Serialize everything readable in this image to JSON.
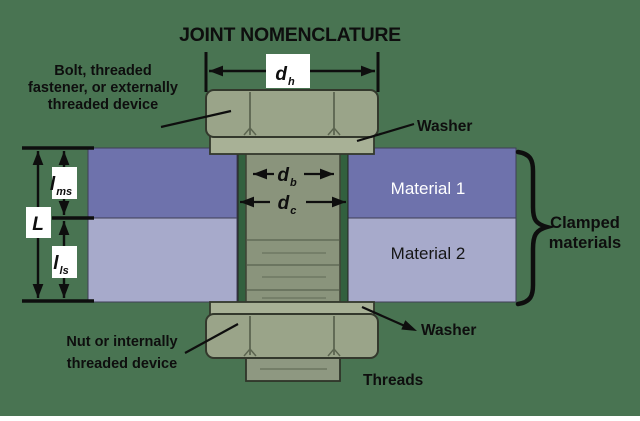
{
  "title": "JOINT NOMENCLATURE",
  "labels": {
    "bolt_fastener": {
      "line1": "Bolt, threaded",
      "line2": "fastener, or externally",
      "line3": "threaded device"
    },
    "washer_top": "Washer",
    "washer_bottom": "Washer",
    "material_1": "Material 1",
    "material_2": "Material 2",
    "clamped": {
      "line1": "Clamped",
      "line2": "materials"
    },
    "nut": {
      "line1": "Nut or internally",
      "line2": "threaded device"
    },
    "threads": "Threads"
  },
  "dimensions": {
    "head_diameter": {
      "symbol": "d",
      "subscript": "h"
    },
    "bolt_diameter": {
      "symbol": "d",
      "subscript": "b"
    },
    "clearance_diameter": {
      "symbol": "d",
      "subscript": "c"
    },
    "grip_length": {
      "symbol": "L",
      "subscript": ""
    },
    "material_1_thickness": {
      "symbol": "l",
      "subscript": "ms"
    },
    "material_2_thickness": {
      "symbol": "l",
      "subscript": "ls"
    }
  },
  "colors": {
    "background": "#497452",
    "bolt_body": "#9AA489",
    "bolt_shank": "#8A947C",
    "washer": "#A8B196",
    "stud": "#8E9881",
    "clearance_gap": "#32603E",
    "material_1": "#6E72AC",
    "material_2": "#A7AACB",
    "material_1_text": "#FFFFFF",
    "ink": "#0E0E0E",
    "white": "#FFFFFF"
  }
}
